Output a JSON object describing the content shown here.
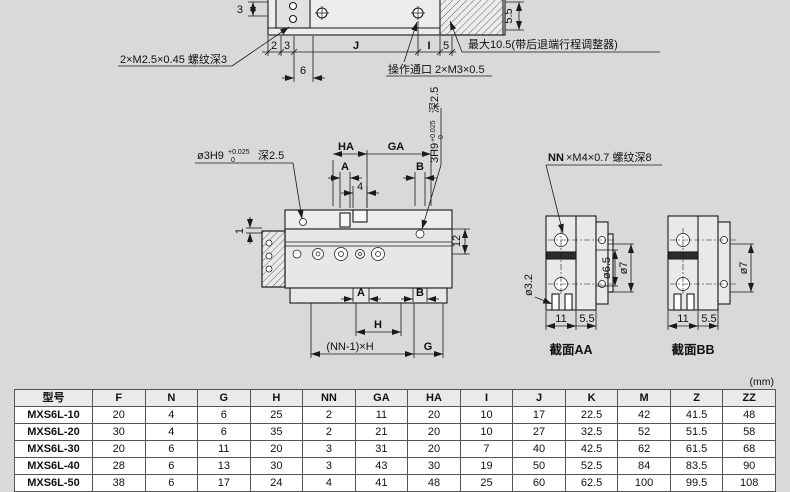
{
  "page": {
    "unit_note": "(mm)"
  },
  "top_view": {
    "thread_callout": "2×M2.5×0.45 螺纹深3",
    "port_callout": "操作通口 2×M3×0.5",
    "max_stroke_callout": "最大10.5(带后退端行程调整器)",
    "dims": {
      "d3_left": "3",
      "d2": "2",
      "d3": "3",
      "dJ": "J",
      "dI": "I",
      "d5": "5",
      "d55": "5.5",
      "d6": "6"
    }
  },
  "side_view": {
    "hole_callout": {
      "prefix": "ø3H9",
      "tol_upper": "+0.025",
      "tol_lower": "0",
      "depth": "深2.5"
    },
    "hole_callout_vertical": {
      "prefix": "3H9",
      "tol_upper": "+0.025",
      "tol_lower": "0",
      "depth": "深2.5"
    },
    "dims": {
      "HA": "HA",
      "GA": "GA",
      "A_top": "A",
      "B_top": "B",
      "d4": "4",
      "d12": "12",
      "d1": "1",
      "A_bottom": "A",
      "B_bottom": "B",
      "H": "H",
      "NN1H": "(NN-1)×H",
      "G": "G"
    }
  },
  "section_aa": {
    "title": "截面AA",
    "nn_callout_bold": "NN",
    "nn_callout_rest": "×M4×0.7 螺纹深8",
    "dims": {
      "d32": "ø3.2",
      "d65": "ø6.5",
      "d7": "ø7",
      "d11": "11",
      "d55": "5.5"
    }
  },
  "section_bb": {
    "title": "截面BB",
    "dims": {
      "d7": "ø7",
      "d11": "11",
      "d55": "5.5"
    }
  },
  "table": {
    "headers": [
      "型号",
      "F",
      "N",
      "G",
      "H",
      "NN",
      "GA",
      "HA",
      "I",
      "J",
      "K",
      "M",
      "Z",
      "ZZ"
    ],
    "rows": [
      {
        "model": "MXS6L-10",
        "values": [
          "20",
          "4",
          "6",
          "25",
          "2",
          "11",
          "20",
          "10",
          "17",
          "22.5",
          "42",
          "41.5",
          "48"
        ]
      },
      {
        "model": "MXS6L-20",
        "values": [
          "30",
          "4",
          "6",
          "35",
          "2",
          "21",
          "20",
          "10",
          "27",
          "32.5",
          "52",
          "51.5",
          "58"
        ]
      },
      {
        "model": "MXS6L-30",
        "values": [
          "20",
          "6",
          "11",
          "20",
          "3",
          "31",
          "20",
          "7",
          "40",
          "42.5",
          "62",
          "61.5",
          "68"
        ]
      },
      {
        "model": "MXS6L-40",
        "values": [
          "28",
          "6",
          "13",
          "30",
          "3",
          "43",
          "30",
          "19",
          "50",
          "52.5",
          "84",
          "83.5",
          "90"
        ]
      },
      {
        "model": "MXS6L-50",
        "values": [
          "38",
          "6",
          "17",
          "24",
          "4",
          "41",
          "48",
          "25",
          "60",
          "62.5",
          "100",
          "99.5",
          "108"
        ]
      }
    ]
  }
}
